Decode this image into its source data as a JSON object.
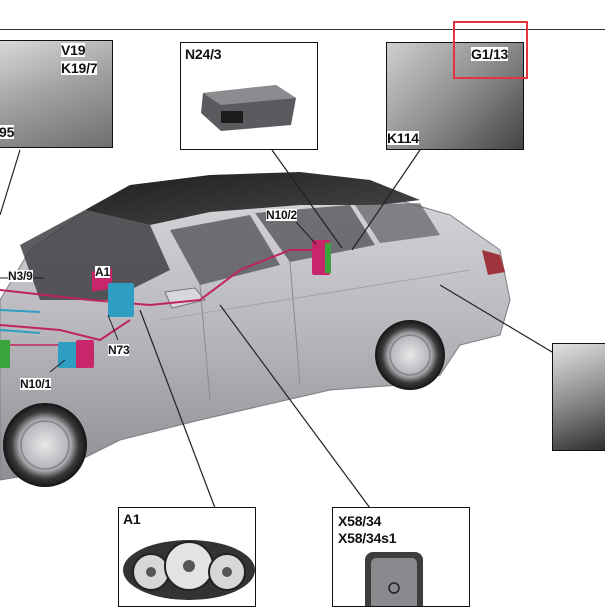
{
  "labels": {
    "v19": "V19",
    "k19_7": "K19/7",
    "n95": "95",
    "n24_3": "N24/3",
    "g1_13": "G1/13",
    "k114": "K114",
    "n10_2": "N10/2",
    "n3_9": "N3/9",
    "a1_car": "A1",
    "n73": "N73",
    "n10_1": "N10/1",
    "a1_cluster": "A1",
    "x58_34": "X58/34",
    "x58_34s1": "X58/34s1"
  },
  "colors": {
    "car_body": "#b7b7bd",
    "glass": "#343434",
    "harness": "#c0245c",
    "teal_module": "#2f9ec2",
    "magenta_module": "#c8266a",
    "green_module": "#3aa53a",
    "highlight": "#e5343b"
  }
}
